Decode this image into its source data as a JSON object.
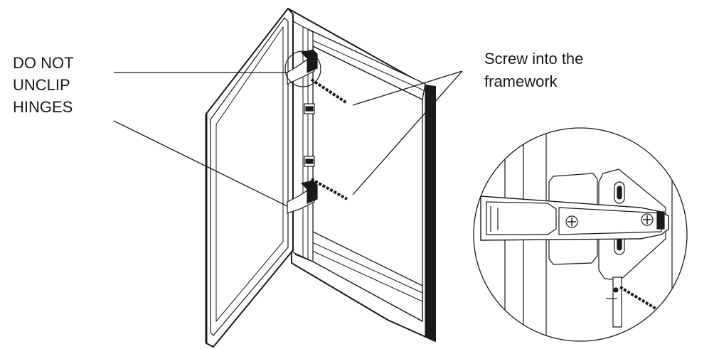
{
  "labels": {
    "hinge_warning": [
      "DO NOT",
      "UNCLIP",
      "HINGES"
    ],
    "screw_note": [
      "Screw into the",
      "framework"
    ]
  }
}
